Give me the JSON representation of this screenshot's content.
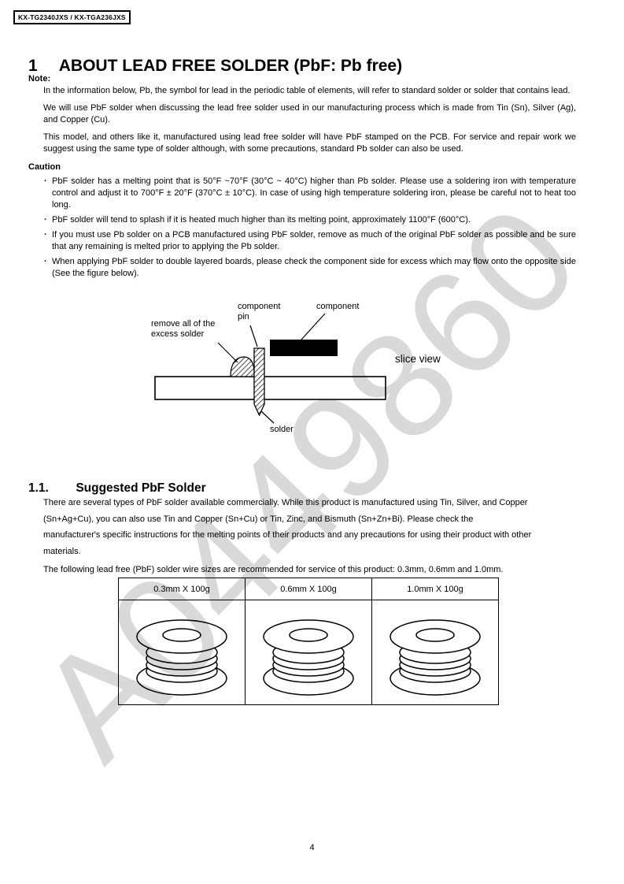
{
  "watermark": "A0449860",
  "header": {
    "model_label": "KX-TG2340JXS / KX-TGA236JXS"
  },
  "section1": {
    "number": "1",
    "title": "ABOUT LEAD FREE SOLDER (PbF: Pb free)",
    "note_label": "Note:",
    "note_paragraphs": [
      "In the information below, Pb, the symbol for lead in the periodic table of elements, will refer to standard solder or solder that contains lead.",
      "We will use PbF solder when discussing the lead free solder used in our manufacturing process which is made from Tin (Sn), Silver (Ag), and Copper (Cu).",
      "This model, and others like it, manufactured using lead free solder will have PbF stamped on the PCB. For service and repair work we suggest using the same type of solder although, with some precautions, standard Pb solder can also be used."
    ],
    "caution_label": "Caution",
    "caution_bullets": [
      "PbF solder has a melting point that is 50°F ~70°F (30°C ~ 40°C) higher than Pb solder. Please use a soldering iron with temperature control and adjust it to 700°F ± 20°F (370°C ± 10°C). In case of using high temperature soldering iron, please be careful not to heat too long.",
      "PbF solder will tend to splash if it is heated much higher than its melting point, approximately 1100°F (600°C).",
      "If you must use Pb solder on a PCB manufactured using PbF solder, remove as much of the original PbF solder as possible and be sure that any remaining is melted prior to applying the Pb solder.",
      "When applying PbF solder to double layered boards, please check the component side for excess which may flow onto the opposite side (See the figure below)."
    ]
  },
  "figure": {
    "label_component_pin": "component\npin",
    "label_component": "component",
    "label_remove": "remove all of the\nexcess solder",
    "label_slice_view": "slice view",
    "label_solder": "solder"
  },
  "section11": {
    "number": "1.1.",
    "title": "Suggested PbF Solder",
    "paragraphs": [
      "There are several types of PbF solder available commercially. While this product is manufactured using Tin, Silver, and Copper\n(Sn+Ag+Cu), you can also use Tin and Copper (Sn+Cu) or Tin, Zinc, and Bismuth (Sn+Zn+Bi). Please check the\nmanufacturer's specific instructions for the melting points of their products and any precautions for using their product with other\nmaterials.",
      "The following lead free (PbF) solder wire sizes are recommended for service of this product: 0.3mm, 0.6mm and 1.0mm."
    ]
  },
  "solder_table": {
    "columns": [
      "0.3mm X 100g",
      "0.6mm X 100g",
      "1.0mm X 100g"
    ]
  },
  "footer": {
    "page_number": "4"
  }
}
